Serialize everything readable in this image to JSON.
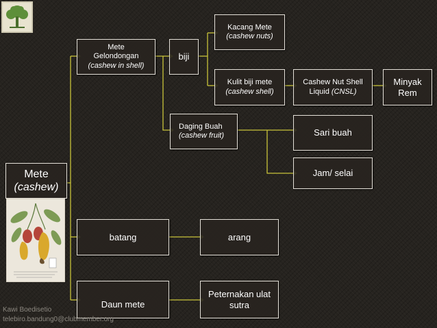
{
  "nodes": {
    "mete": {
      "line1": "Mete",
      "line2": "(cashew)"
    },
    "gelondongan": {
      "line1": "Mete",
      "line2": "Gelondongan",
      "line3": "(cashew in shell)"
    },
    "biji": {
      "label": "biji"
    },
    "kacang": {
      "line1": "Kacang Mete",
      "line2": "(cashew nuts)"
    },
    "kulit": {
      "line1": "Kulit biji mete",
      "line2": "(cashew shell)"
    },
    "cnsl": {
      "line1": "Cashew Nut Shell",
      "line2_plain": "Liquid ",
      "line2_italic": "(CNSL)"
    },
    "minyak": {
      "line1": "Minyak",
      "line2": "Rem"
    },
    "daging": {
      "line1": "Daging Buah",
      "line2": "(cashew fruit)"
    },
    "sari": {
      "label": "Sari buah"
    },
    "jam": {
      "label": "Jam/ selai"
    },
    "batang": {
      "label": "batang"
    },
    "arang": {
      "label": "arang"
    },
    "daun": {
      "label": "Daun mete"
    },
    "ulat": {
      "line1": "Peternakan ulat",
      "line2": "sutra"
    }
  },
  "credit": {
    "author": "Kawi Boedisetio",
    "email": "telebiro.bandung0@clubmember.org"
  },
  "colors": {
    "background": "#26231f",
    "connector": "#c9c43a",
    "box_border": "#e6e2da",
    "text": "#ffffff"
  },
  "images": {
    "logo": "tree-logo-icon",
    "photo": "cashew-fruit-illustration"
  }
}
